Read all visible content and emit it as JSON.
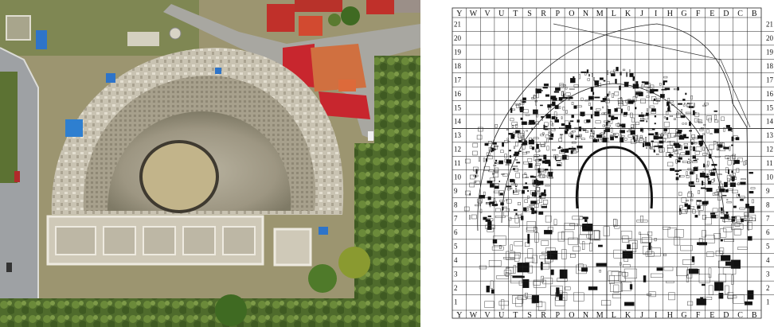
{
  "aerial_photo": {
    "subject": "aerial-photograph-ancient-theater-excavation"
  },
  "plan_drawing": {
    "columns": [
      "Y",
      "W",
      "V",
      "U",
      "T",
      "S",
      "R",
      "P",
      "O",
      "N",
      "M",
      "L",
      "K",
      "J",
      "I",
      "H",
      "G",
      "F",
      "E",
      "D",
      "C",
      "B"
    ],
    "rows": [
      "21",
      "20",
      "19",
      "18",
      "17",
      "16",
      "15",
      "14",
      "13",
      "12",
      "11",
      "10",
      "9",
      "8",
      "7",
      "6",
      "5",
      "4",
      "3",
      "2",
      "1"
    ]
  }
}
